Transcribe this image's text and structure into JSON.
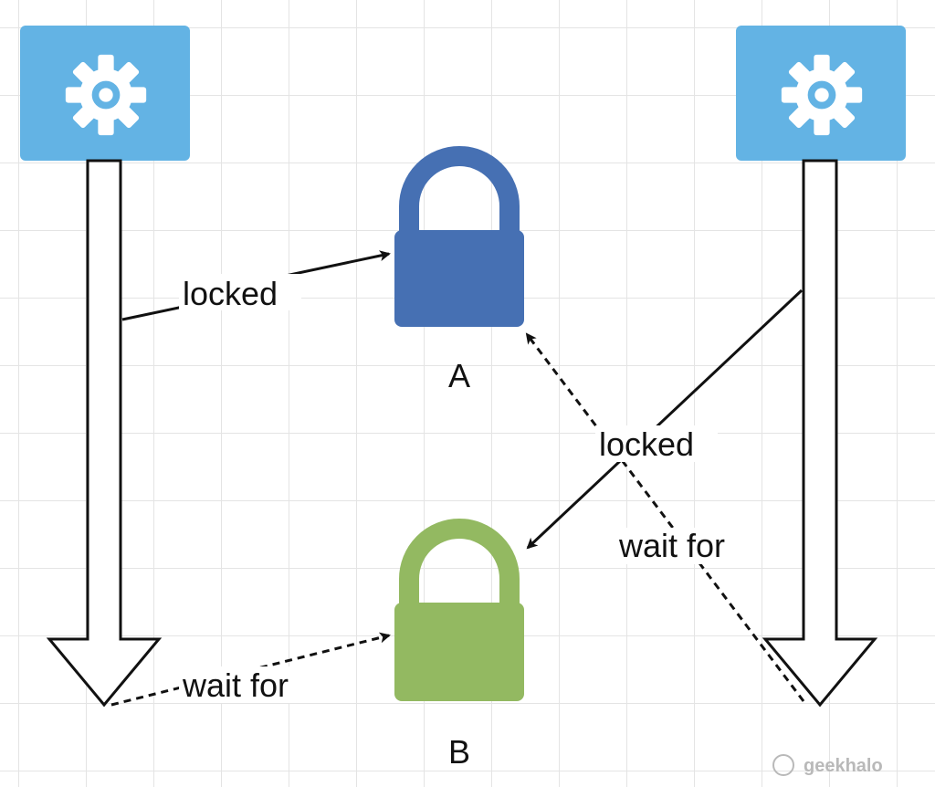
{
  "colors": {
    "process_box": "#63b3e4",
    "lock_a": "#4670b3",
    "lock_b": "#93b961",
    "arrow": "#111111",
    "grid": "#e4e4e4"
  },
  "nodes": {
    "process_left": {
      "icon": "gear-icon"
    },
    "process_right": {
      "icon": "gear-icon"
    },
    "lock_a": {
      "icon": "padlock-icon",
      "label": "A"
    },
    "lock_b": {
      "icon": "padlock-icon",
      "label": "B"
    }
  },
  "edges": {
    "left_locked": "locked",
    "left_wait": "wait for",
    "right_locked": "locked",
    "right_wait": "wait for"
  },
  "watermark": "geekhalo"
}
